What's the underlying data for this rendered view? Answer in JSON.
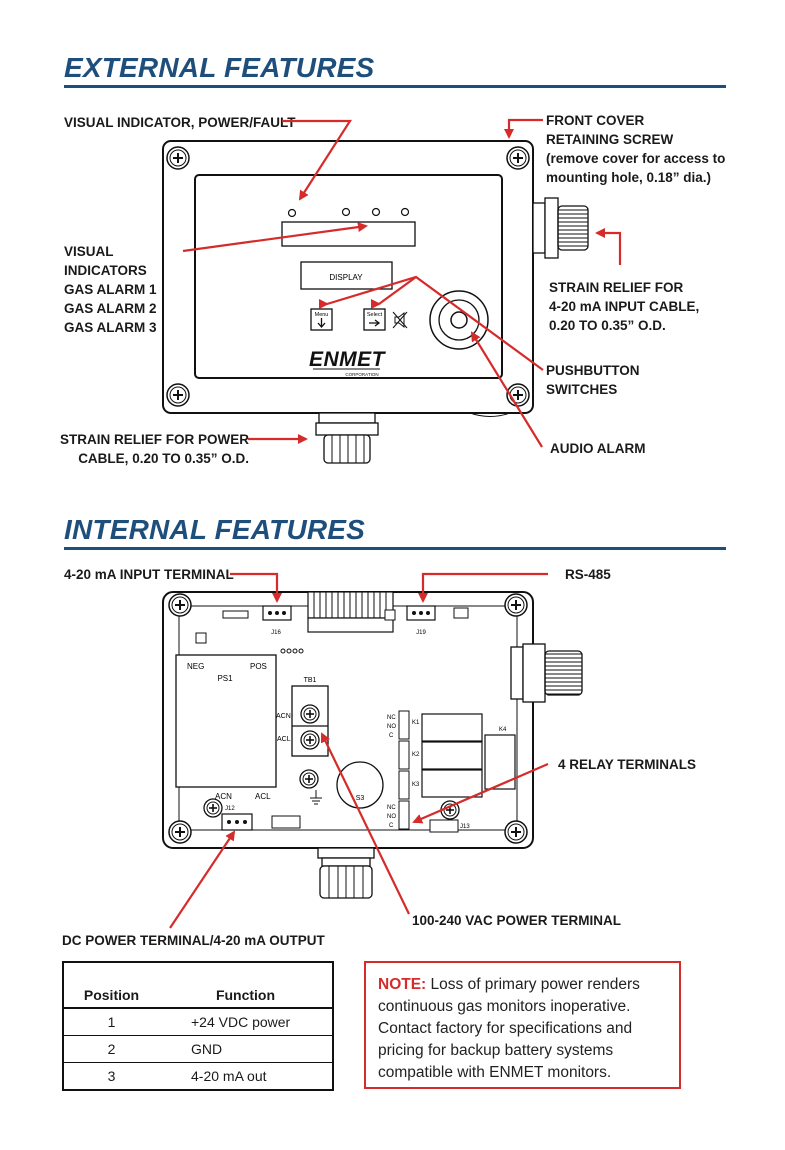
{
  "external": {
    "title": "EXTERNAL FEATURES",
    "labels": {
      "visual_indicator_power": "VISUAL INDICATOR, POWER/FAULT",
      "front_cover_1": "FRONT COVER",
      "front_cover_2": "RETAINING SCREW",
      "front_cover_3": "(remove cover for access to",
      "front_cover_4": "mounting hole, 0.18” dia.)",
      "visual_indicators_1": "VISUAL",
      "visual_indicators_2": "INDICATORS",
      "visual_indicators_3": "GAS ALARM 1",
      "visual_indicators_4": "GAS ALARM 2",
      "visual_indicators_5": "GAS ALARM 3",
      "strain_input_1": "STRAIN RELIEF FOR",
      "strain_input_2": "4-20 mA INPUT CABLE,",
      "strain_input_3": "0.20 TO 0.35” O.D.",
      "pushbutton_1": "PUSHBUTTON",
      "pushbutton_2": "SWITCHES",
      "strain_power_1": "STRAIN RELIEF FOR POWER",
      "strain_power_2": "CABLE, 0.20 TO 0.35” O.D.",
      "audio_alarm": "AUDIO ALARM"
    },
    "panel": {
      "display": "DISPLAY",
      "menu": "Menu",
      "select": "Select",
      "brand": "ENMET",
      "brand_sub": "CORPORATION"
    }
  },
  "internal": {
    "title": "INTERNAL FEATURES",
    "labels": {
      "input_terminal": "4-20 mA INPUT TERMINAL",
      "rs485": "RS-485",
      "relay_terminals": "4 RELAY TERMINALS",
      "vac_terminal": "100-240 VAC POWER TERMINAL",
      "dc_power": "DC POWER TERMINAL/4-20 mA OUTPUT"
    },
    "board": {
      "neg": "NEG",
      "pos": "POS",
      "ps1": "PS1",
      "acn_ps": "ACN",
      "acl_ps": "ACL",
      "tb1": "TB1",
      "acn_tb": "ACN",
      "acl_tb": "ACL",
      "s3": "S3",
      "k1": "K1",
      "k2": "K2",
      "k3": "K3",
      "k4": "K4",
      "j12": "J12",
      "j13": "J13",
      "j16": "J16",
      "j19": "J19",
      "nc": "NC",
      "no": "NO",
      "c": "C"
    }
  },
  "position_table": {
    "headers": [
      "Position",
      "Function"
    ],
    "rows": [
      [
        "1",
        "+24 VDC power"
      ],
      [
        "2",
        "GND"
      ],
      [
        "3",
        "4-20 mA out"
      ]
    ]
  },
  "note": {
    "label": "NOTE:",
    "text": " Loss of primary power renders continuous gas monitors inoperative. Contact factory for specifications and pricing for backup battery systems compatible with ENMET monitors."
  },
  "colors": {
    "title_blue": "#1e4f7c",
    "arrow_red": "#d52b2b"
  }
}
